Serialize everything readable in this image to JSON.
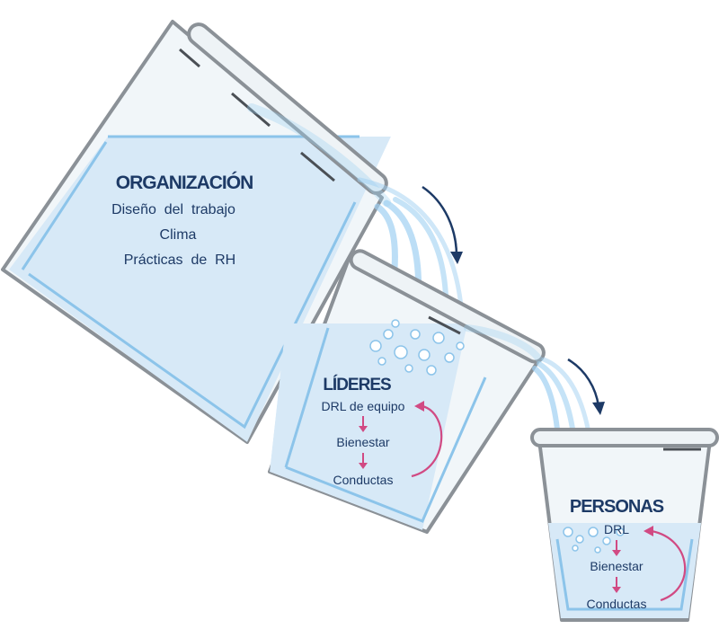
{
  "colors": {
    "glass_stroke": "#8b9197",
    "glass_fill": "#f1f6f9",
    "water_fill": "#d7e9f7",
    "water_edge": "#8cc4ea",
    "stream": "#9fd0f2",
    "arrow_flow": "#1d3a66",
    "arrow_cycle": "#d14a83",
    "text": "#1d3a66"
  },
  "organizacion": {
    "title": "ORGANIZACIÓN",
    "items": [
      "Diseño  del  trabajo",
      "Clima",
      "Prácticas  de  RH"
    ]
  },
  "lideres": {
    "title": "LÍDERES",
    "items": [
      "DRL de equipo",
      "Bienestar",
      "Conductas"
    ]
  },
  "personas": {
    "title": "PERSONAS",
    "items": [
      "DRL",
      "Bienestar",
      "Conductas"
    ]
  }
}
